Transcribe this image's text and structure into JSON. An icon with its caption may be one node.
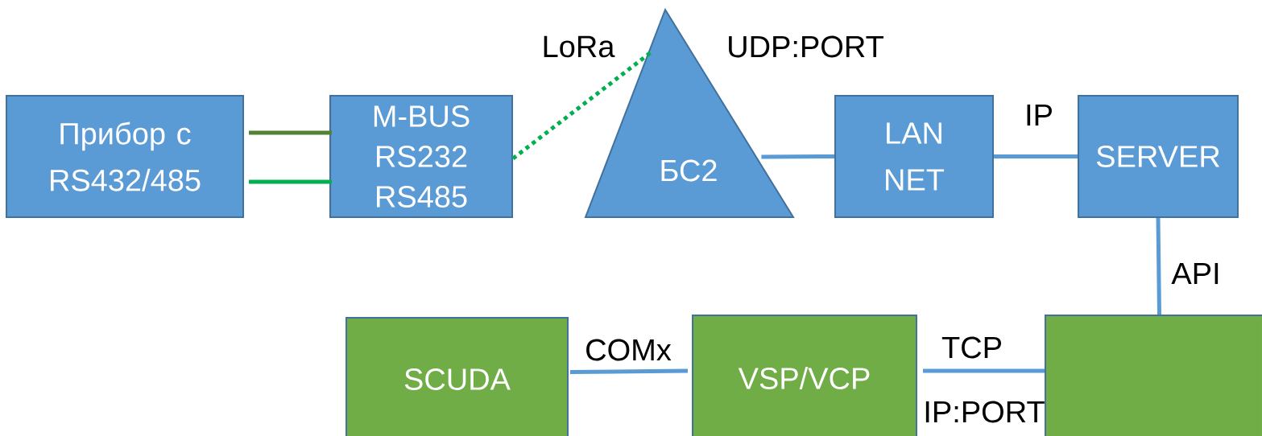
{
  "diagram": {
    "nodes": [
      {
        "text": [
          "Прибор с RS432/485"
        ]
      },
      {
        "text": [
          "M-BUS RS232 RS485"
        ]
      },
      {
        "text": [
          "БС2"
        ],
        "beside": [
          "UDP:PORT"
        ]
      },
      {
        "text": [
          "LAN NET"
        ]
      },
      {
        "text": [
          "SERVER"
        ]
      },
      {
        "text": [
          "SCUDA"
        ]
      },
      {
        "text": [
          "VSP/VCP"
        ]
      },
      {
        "text": [],
        "shape": "box"
      }
    ],
    "edges": [
      {
        "from": 0,
        "to": 1,
        "arrow": "none",
        "color": "#548235"
      },
      {
        "from": 0,
        "to": 1,
        "arrow": "none",
        "color": "#00b050"
      },
      {
        "from": 1,
        "to": 2,
        "arrow": "none",
        "label": "LoRa",
        "style": "dashed",
        "color": "#00b050"
      },
      {
        "from": 2,
        "to": 3,
        "arrow": "none"
      },
      {
        "from": 3,
        "to": 4,
        "arrow": "none",
        "label": "IP"
      },
      {
        "from": 4,
        "to": 7,
        "arrow": "none",
        "label": "API"
      },
      {
        "from": 5,
        "to": 6,
        "arrow": "none",
        "label": "COMx"
      },
      {
        "from": 6,
        "to": 7,
        "arrow": "none",
        "label": "TCP"
      }
    ],
    "labels": [
      "IP:PORT"
    ]
  }
}
